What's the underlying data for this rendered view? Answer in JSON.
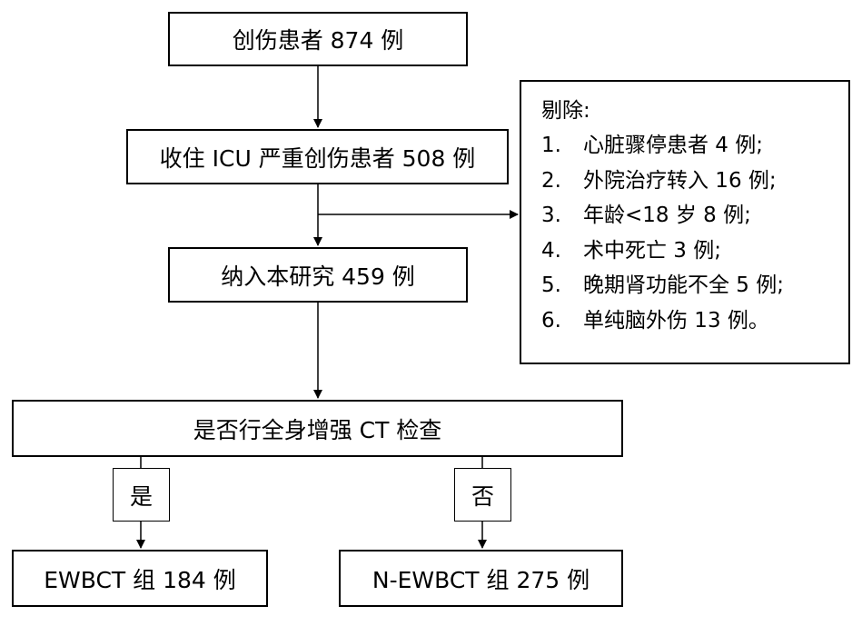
{
  "flowchart": {
    "step1": "创伤患者 874 例",
    "step2": "收住 ICU 严重创伤患者 508 例",
    "step3": "纳入本研究 459 例",
    "decision": "是否行全身增强 CT 检查",
    "yes_label": "是",
    "no_label": "否",
    "group_yes": "EWBCT 组 184 例",
    "group_no": "N-EWBCT 组 275 例"
  },
  "exclusion": {
    "title": "剔除:",
    "items": [
      {
        "num": "1.",
        "text": "心脏骤停患者 4 例;"
      },
      {
        "num": "2.",
        "text": "外院治疗转入 16 例;"
      },
      {
        "num": "3.",
        "text": "年龄<18 岁 8 例;"
      },
      {
        "num": "4.",
        "text": "术中死亡 3 例;"
      },
      {
        "num": "5.",
        "text": "晚期肾功能不全 5 例;"
      },
      {
        "num": "6.",
        "text": "单纯脑外伤 13 例。"
      }
    ]
  }
}
